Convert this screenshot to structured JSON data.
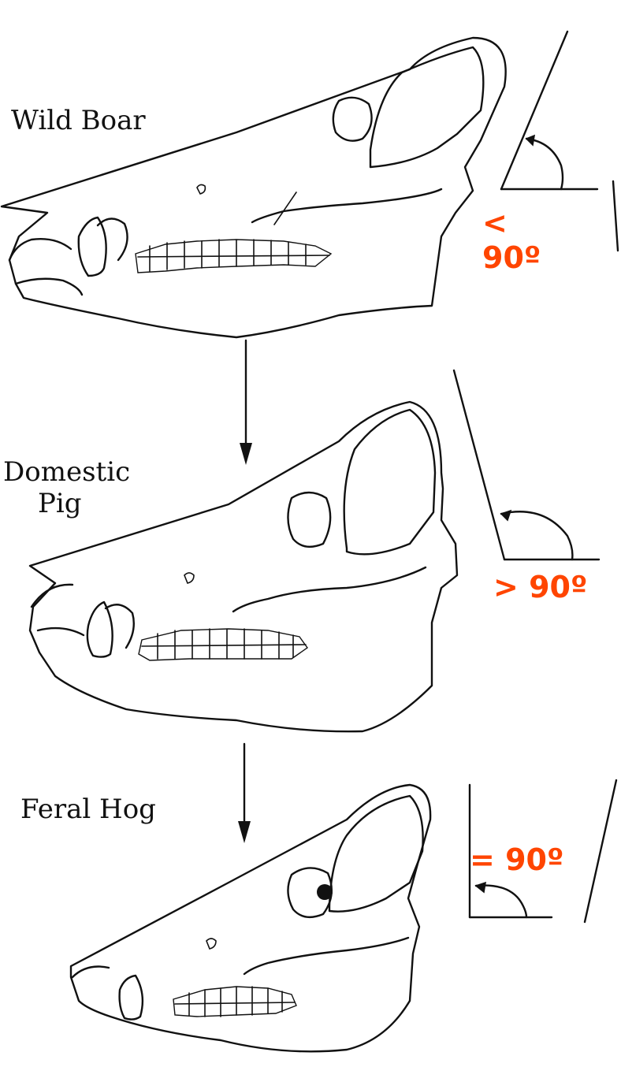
{
  "labels": {
    "wild_boar": "Wild Boar",
    "domestic_pig_line1": "Domestic",
    "domestic_pig_line2": "Pig",
    "feral_hog": "Feral Hog"
  },
  "angles": {
    "wild_boar_line1": "<",
    "wild_boar_line2": "90º",
    "domestic_pig": "> 90º",
    "feral_hog": "= 90º"
  },
  "colors": {
    "angle_text": "#ff4500",
    "ink": "#111111",
    "background": "#ffffff"
  }
}
